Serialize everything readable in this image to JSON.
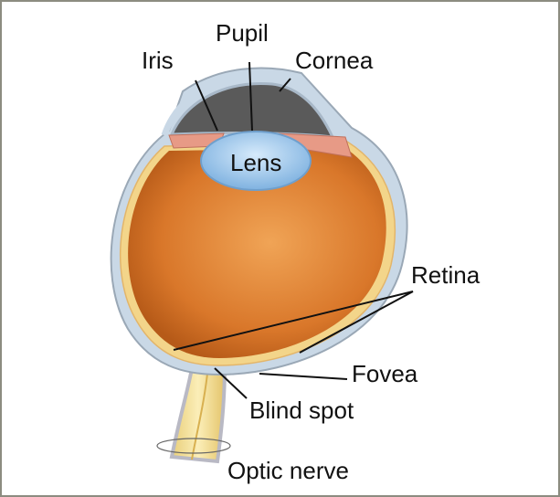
{
  "labels": {
    "pupil": "Pupil",
    "iris": "Iris",
    "cornea": "Cornea",
    "lens": "Lens",
    "retina": "Retina",
    "fovea": "Fovea",
    "blind_spot": "Blind spot",
    "optic_nerve": "Optic nerve"
  },
  "colors": {
    "frame_border": "#8c8c80",
    "vitreous": "#d9772a",
    "sclera": "#c9d8e6",
    "retina_layer": "#f3d58a",
    "lens": "#9cc4ea",
    "anterior_chamber": "#5a5a5a",
    "iris": "#e79a86",
    "optic_nerve": "#f2dc8c"
  }
}
